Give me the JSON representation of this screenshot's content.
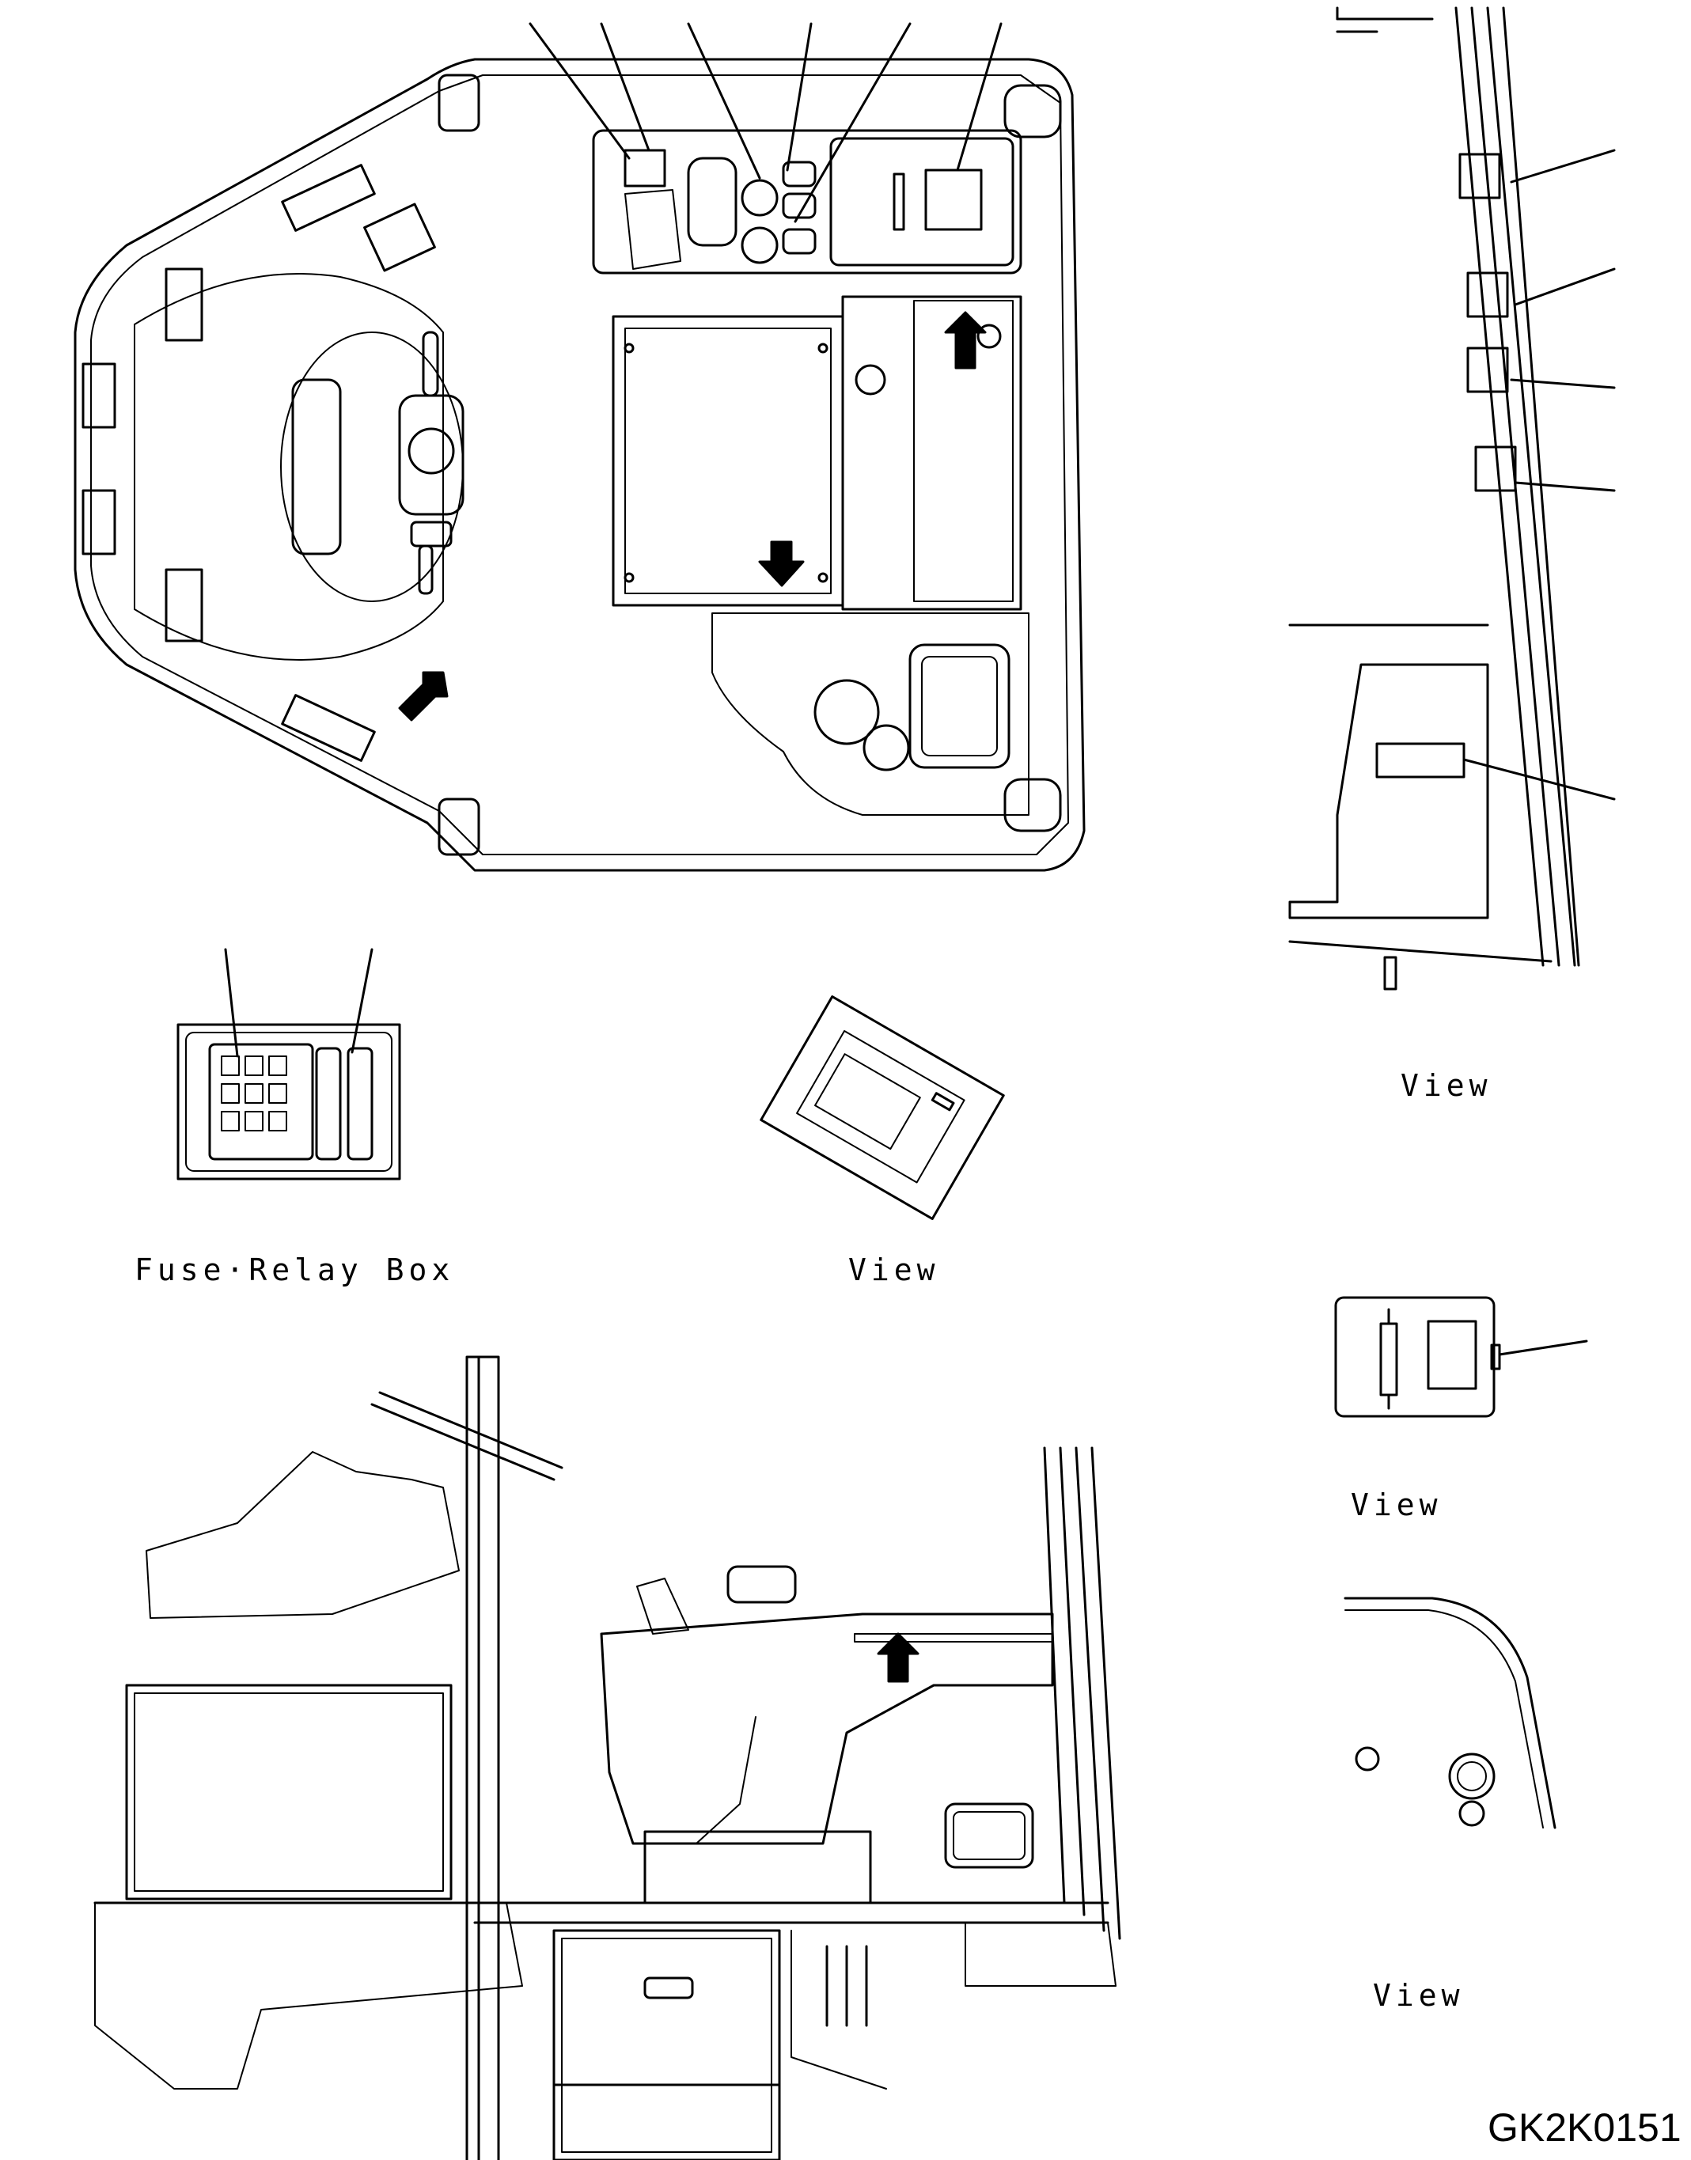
{
  "labels": {
    "fuse_relay_box": "Fuse·Relay Box",
    "view_center": "View",
    "view_right_top": "View",
    "view_right_middle": "View",
    "view_right_bottom": "View"
  },
  "drawing_code": "GK2K0151",
  "colors": {
    "line": "#000000",
    "background": "#ffffff"
  }
}
